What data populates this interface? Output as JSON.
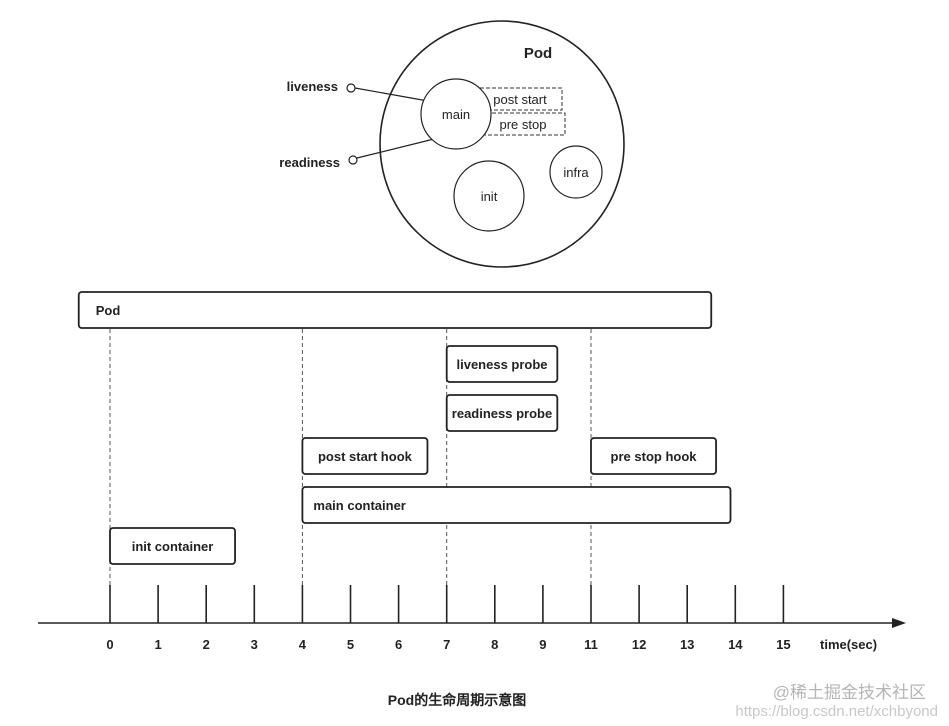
{
  "pod_diagram": {
    "pod_label": "Pod",
    "main_label": "main",
    "init_label": "init",
    "infra_label": "infra",
    "post_start_label": "post start",
    "pre_stop_label": "pre stop",
    "liveness_label": "liveness",
    "readiness_label": "readiness"
  },
  "timeline": {
    "bars": [
      {
        "id": "pod",
        "label": "Pod",
        "start": -0.65,
        "end": 13.5
      },
      {
        "id": "liveness-probe",
        "label": "liveness probe",
        "start": 7,
        "end": 9.6
      },
      {
        "id": "readiness-probe",
        "label": "readiness probe",
        "start": 7,
        "end": 9.6
      },
      {
        "id": "post-start-hook",
        "label": "post start hook",
        "start": 4,
        "end": 6.6
      },
      {
        "id": "pre-stop-hook",
        "label": "pre stop hook",
        "start": 11,
        "end": 13.6
      },
      {
        "id": "main-container",
        "label": "main container",
        "start": 4,
        "end": 13.9
      },
      {
        "id": "init-container",
        "label": "init container",
        "start": 0,
        "end": 2.6
      }
    ],
    "ticks": [
      "0",
      "1",
      "2",
      "3",
      "4",
      "5",
      "6",
      "7",
      "8",
      "9",
      "11",
      "12",
      "13",
      "14",
      "15"
    ],
    "axis_label": "time(sec)",
    "dashed_markers": [
      0,
      4,
      7,
      11
    ]
  },
  "caption": "Pod的生命周期示意图",
  "watermark": "@稀土掘金技术社区",
  "watermark_url": "https://blog.csdn.net/xchbyond"
}
